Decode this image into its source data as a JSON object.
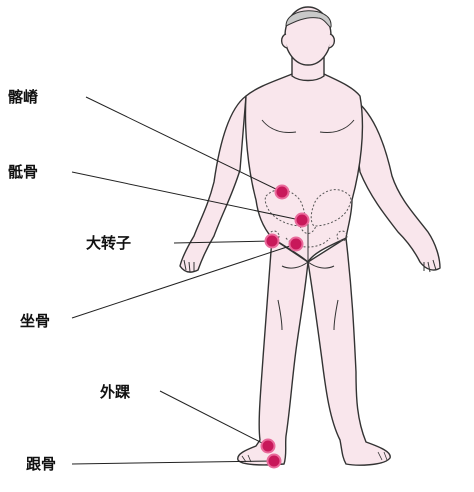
{
  "labels": {
    "iliac_crest": "髂嵴",
    "sacrum": "骶骨",
    "greater_trochanter": "大转子",
    "ischium": "坐骨",
    "lateral_malleolus": "外踝",
    "calcaneus": "跟骨"
  },
  "colors": {
    "skin": "#f9e6ec",
    "outline": "#333333",
    "marker": "#c8185a",
    "marker_ring": "#e96a9b",
    "leader": "#222222"
  }
}
